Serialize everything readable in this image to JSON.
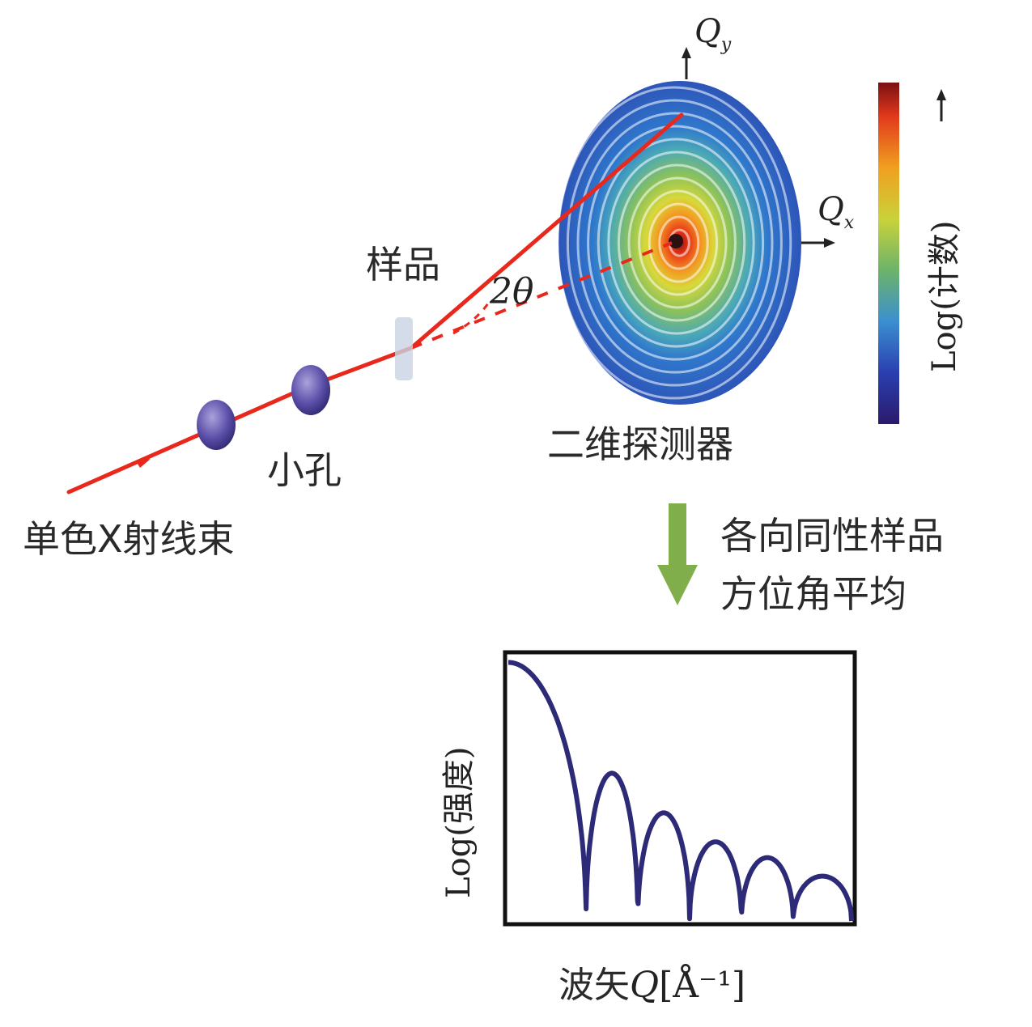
{
  "labels": {
    "beam": "单色X射线束",
    "pinhole": "小孔",
    "sample": "样品",
    "angle": "2θ",
    "detector": "二维探测器",
    "qy": "Q",
    "qy_sub": "y",
    "qx": "Q",
    "qx_sub": "x",
    "colorbar": "Log(计数)",
    "process_line1": "各向同性样品",
    "process_line2": "方位角平均",
    "plot_ylabel": "Log(强度)",
    "plot_xlabel_prefix": "波矢",
    "plot_xlabel_q": "Q",
    "plot_xlabel_unit": "[Å⁻¹]"
  },
  "colors": {
    "beam": "#e8281c",
    "aperture": "#5b4fa8",
    "arrow": "#7fae4a",
    "curve": "#2d2a78",
    "colorbar_stops": [
      "#2b1a6b",
      "#2a3fb0",
      "#3b8fd0",
      "#6cb36a",
      "#c9d23a",
      "#f0a020",
      "#e23a1c",
      "#7a0f12"
    ]
  },
  "icons": {
    "process_arrow": "down-arrow-icon",
    "pinhole": "aperture-disc-icon"
  }
}
